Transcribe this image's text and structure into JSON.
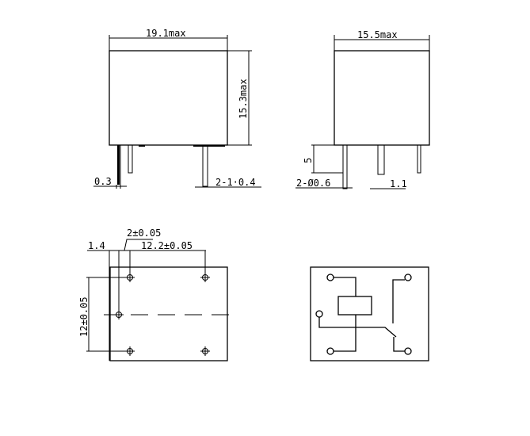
{
  "front_view": {
    "width_label": "19.1max",
    "height_label": "15.3max",
    "pin_thickness_label": "0.3",
    "pin_width_label": "2-1·0.4"
  },
  "side_view": {
    "width_label": "15.5max",
    "pin_length_label": "5",
    "pin_diameter_label": "2-Ø0.6",
    "pin_width_label": "1.1"
  },
  "footprint": {
    "offset_label": "1.4",
    "pitch_small_label": "2±0.05",
    "pitch_x_label": "12.2±0.05",
    "pitch_y_label": "12±0.05"
  },
  "schematic": {
    "pin_count": 5
  }
}
